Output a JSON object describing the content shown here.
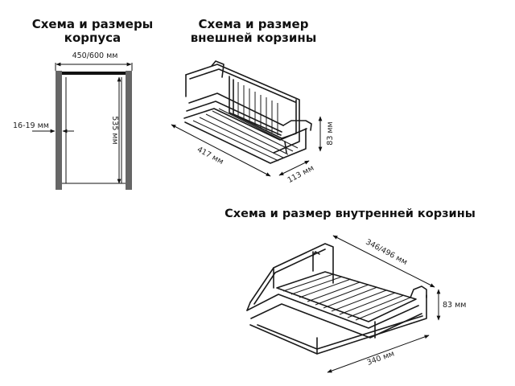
{
  "titles": {
    "cabinet": "Схема и размеры\nкорпуса",
    "outer_basket": "Схема и размер\nвнешней корзины",
    "inner_basket": "Схема и размер внутренней корзины"
  },
  "cabinet": {
    "width": "450/600 мм",
    "height": "535 мм",
    "thickness": "16-19 мм"
  },
  "outer_basket": {
    "length": "417 мм",
    "width": "113 мм",
    "height": "83 мм"
  },
  "inner_basket": {
    "depth": "346/496 мм",
    "width": "340 мм",
    "height": "83 мм"
  },
  "colors": {
    "panel": "#666666",
    "line": "#111111"
  }
}
